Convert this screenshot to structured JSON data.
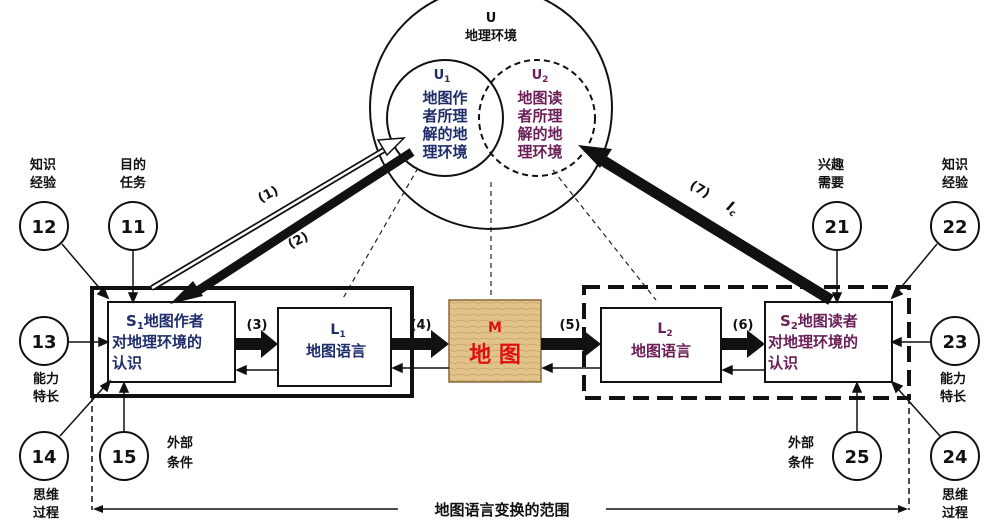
{
  "universe": {
    "letter": "U",
    "label": "地理环境"
  },
  "u1": {
    "letter": "U",
    "sub": "1",
    "lines": [
      "地图作",
      "者所理",
      "解的地",
      "理环境"
    ]
  },
  "u2": {
    "letter": "U",
    "sub": "2",
    "lines": [
      "地图读",
      "者所理",
      "解的地",
      "理环境"
    ]
  },
  "s1": {
    "letter": "S",
    "sub": "1",
    "line1_rest": "地图作者",
    "line2": "对地理环境的",
    "line3": "认识"
  },
  "s2": {
    "letter": "S",
    "sub": "2",
    "line1_rest": "地图读者",
    "line2": "对地理环境的",
    "line3": "认识"
  },
  "l1": {
    "letter": "L",
    "sub": "1",
    "label": "地图语言"
  },
  "l2": {
    "letter": "L",
    "sub": "2",
    "label": "地图语言"
  },
  "map": {
    "letter": "M",
    "label": "地 图"
  },
  "steps": {
    "s1": "(1)",
    "s2": "(2)",
    "s3": "(3)",
    "s4": "(4)",
    "s5": "(5)",
    "s6": "(6)",
    "s7": "(7)",
    "s7_letter": "I",
    "s7_sub": "c"
  },
  "left_factors": {
    "c12": {
      "num": "12",
      "label": [
        "知识",
        "经验"
      ]
    },
    "c11": {
      "num": "11",
      "label": [
        "目的",
        "任务"
      ]
    },
    "c13": {
      "num": "13",
      "label": [
        "能力",
        "特长"
      ]
    },
    "c14": {
      "num": "14",
      "label": [
        "思维",
        "过程"
      ]
    },
    "c15": {
      "num": "15",
      "label": [
        "外部",
        "条件"
      ]
    }
  },
  "right_factors": {
    "c21": {
      "num": "21",
      "label": [
        "兴趣",
        "需要"
      ]
    },
    "c22": {
      "num": "22",
      "label": [
        "知识",
        "经验"
      ]
    },
    "c23": {
      "num": "23",
      "label": [
        "能力",
        "特长"
      ]
    },
    "c24": {
      "num": "24",
      "label": [
        "思维",
        "过程"
      ]
    },
    "c25": {
      "num": "25",
      "label": [
        "外部",
        "条件"
      ]
    }
  },
  "range_label": "地图语言变换的范围",
  "colors": {
    "navy": "#1f2d6b",
    "purple": "#6b1f57",
    "map_red": "#e01010",
    "map_bg": "#e2c48a"
  }
}
